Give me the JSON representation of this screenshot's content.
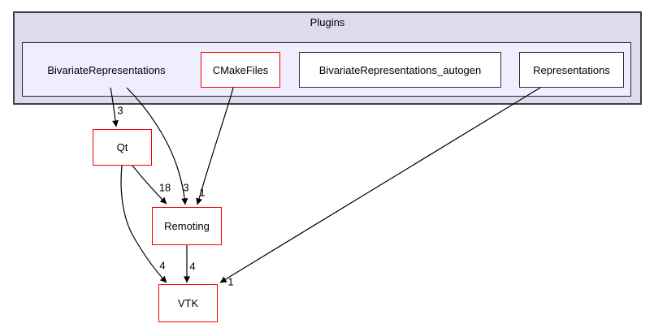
{
  "cluster": {
    "label": "Plugins"
  },
  "nodes": {
    "bivariate": {
      "label": "BivariateRepresentations",
      "border": "none"
    },
    "cmakefiles": {
      "label": "CMakeFiles",
      "border": "red"
    },
    "autogen": {
      "label": "BivariateRepresentations_autogen",
      "border": "dark"
    },
    "representations": {
      "label": "Representations",
      "border": "dark"
    },
    "qt": {
      "label": "Qt",
      "border": "red"
    },
    "remoting": {
      "label": "Remoting",
      "border": "red"
    },
    "vtk": {
      "label": "VTK",
      "border": "red"
    }
  },
  "edges": [
    {
      "from": "BivariateRepresentations",
      "to": "Qt",
      "label": "3"
    },
    {
      "from": "BivariateRepresentations",
      "to": "Remoting",
      "label": "3"
    },
    {
      "from": "CMakeFiles",
      "to": "Remoting",
      "label": "1"
    },
    {
      "from": "Qt",
      "to": "Remoting",
      "label": "18"
    },
    {
      "from": "Qt",
      "to": "VTK",
      "label": "4"
    },
    {
      "from": "Remoting",
      "to": "VTK",
      "label": "4"
    },
    {
      "from": "Representations",
      "to": "VTK",
      "label": "1"
    }
  ],
  "colors": {
    "outer_cluster_fill": "#dcdcec",
    "inner_cluster_fill": "#eeeeff",
    "cluster_border": "#3f3f4c",
    "node_fill": "#ffffff",
    "node_red_border": "#f70000",
    "node_dark_border": "#2f2f38",
    "edge_stroke": "#000000",
    "background": "#ffffff"
  }
}
